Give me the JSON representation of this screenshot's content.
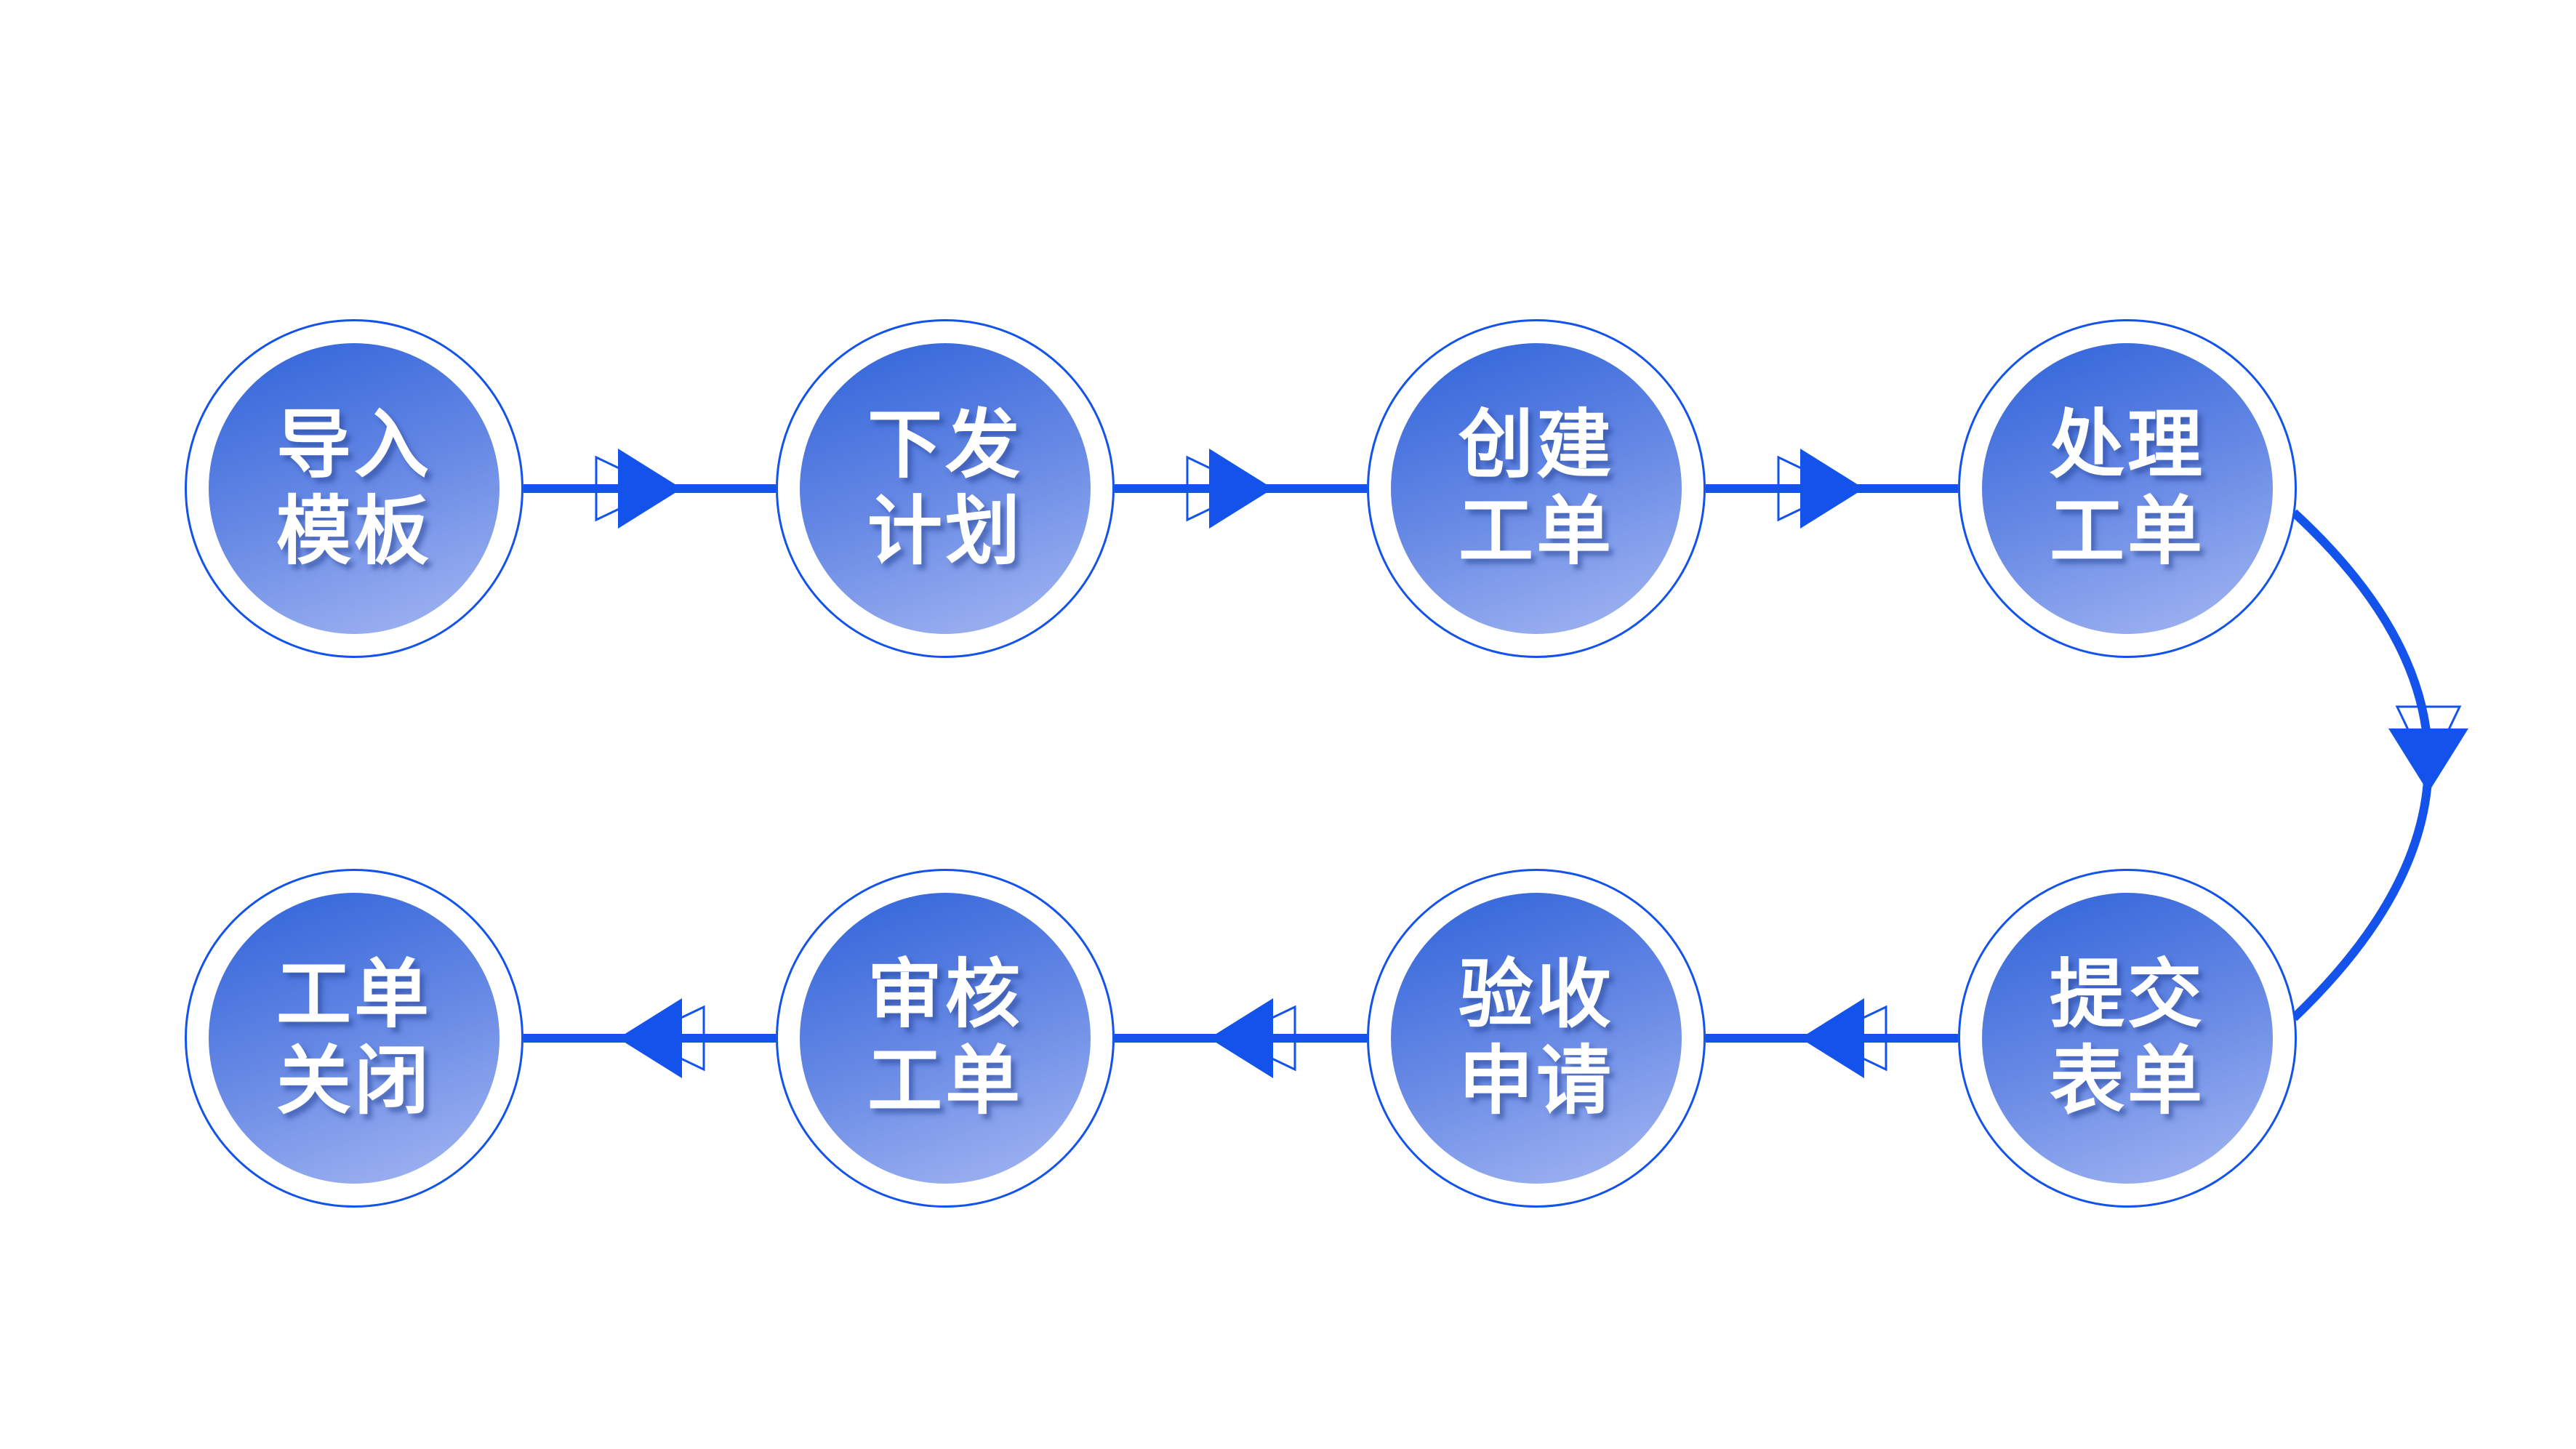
{
  "colors": {
    "connector_blue": "#1353ec",
    "ring_blue": "#1353ec",
    "node_gradient_top": "#2e62d9",
    "node_gradient_mid": "#6487e4",
    "node_gradient_bottom": "#a6b8f2",
    "label_text": "#ffffff",
    "label_shadow": "rgba(40,70,150,0.55)",
    "background": "#ffffff"
  },
  "nodes": [
    {
      "id": "import-template",
      "line1": "导入",
      "line2": "模板"
    },
    {
      "id": "issue-plan",
      "line1": "下发",
      "line2": "计划"
    },
    {
      "id": "create-order",
      "line1": "创建",
      "line2": "工单"
    },
    {
      "id": "process-order",
      "line1": "处理",
      "line2": "工单"
    },
    {
      "id": "submit-form",
      "line1": "提交",
      "line2": "表单"
    },
    {
      "id": "acceptance-request",
      "line1": "验收",
      "line2": "申请"
    },
    {
      "id": "review-order",
      "line1": "审核",
      "line2": "工单"
    },
    {
      "id": "close-order",
      "line1": "工单",
      "line2": "关闭"
    }
  ],
  "edges": [
    {
      "from": "import-template",
      "to": "issue-plan",
      "style": "straight-right"
    },
    {
      "from": "issue-plan",
      "to": "create-order",
      "style": "straight-right"
    },
    {
      "from": "create-order",
      "to": "process-order",
      "style": "straight-right"
    },
    {
      "from": "process-order",
      "to": "submit-form",
      "style": "curved-down"
    },
    {
      "from": "submit-form",
      "to": "acceptance-request",
      "style": "straight-left"
    },
    {
      "from": "acceptance-request",
      "to": "review-order",
      "style": "straight-left"
    },
    {
      "from": "review-order",
      "to": "close-order",
      "style": "straight-left"
    }
  ]
}
